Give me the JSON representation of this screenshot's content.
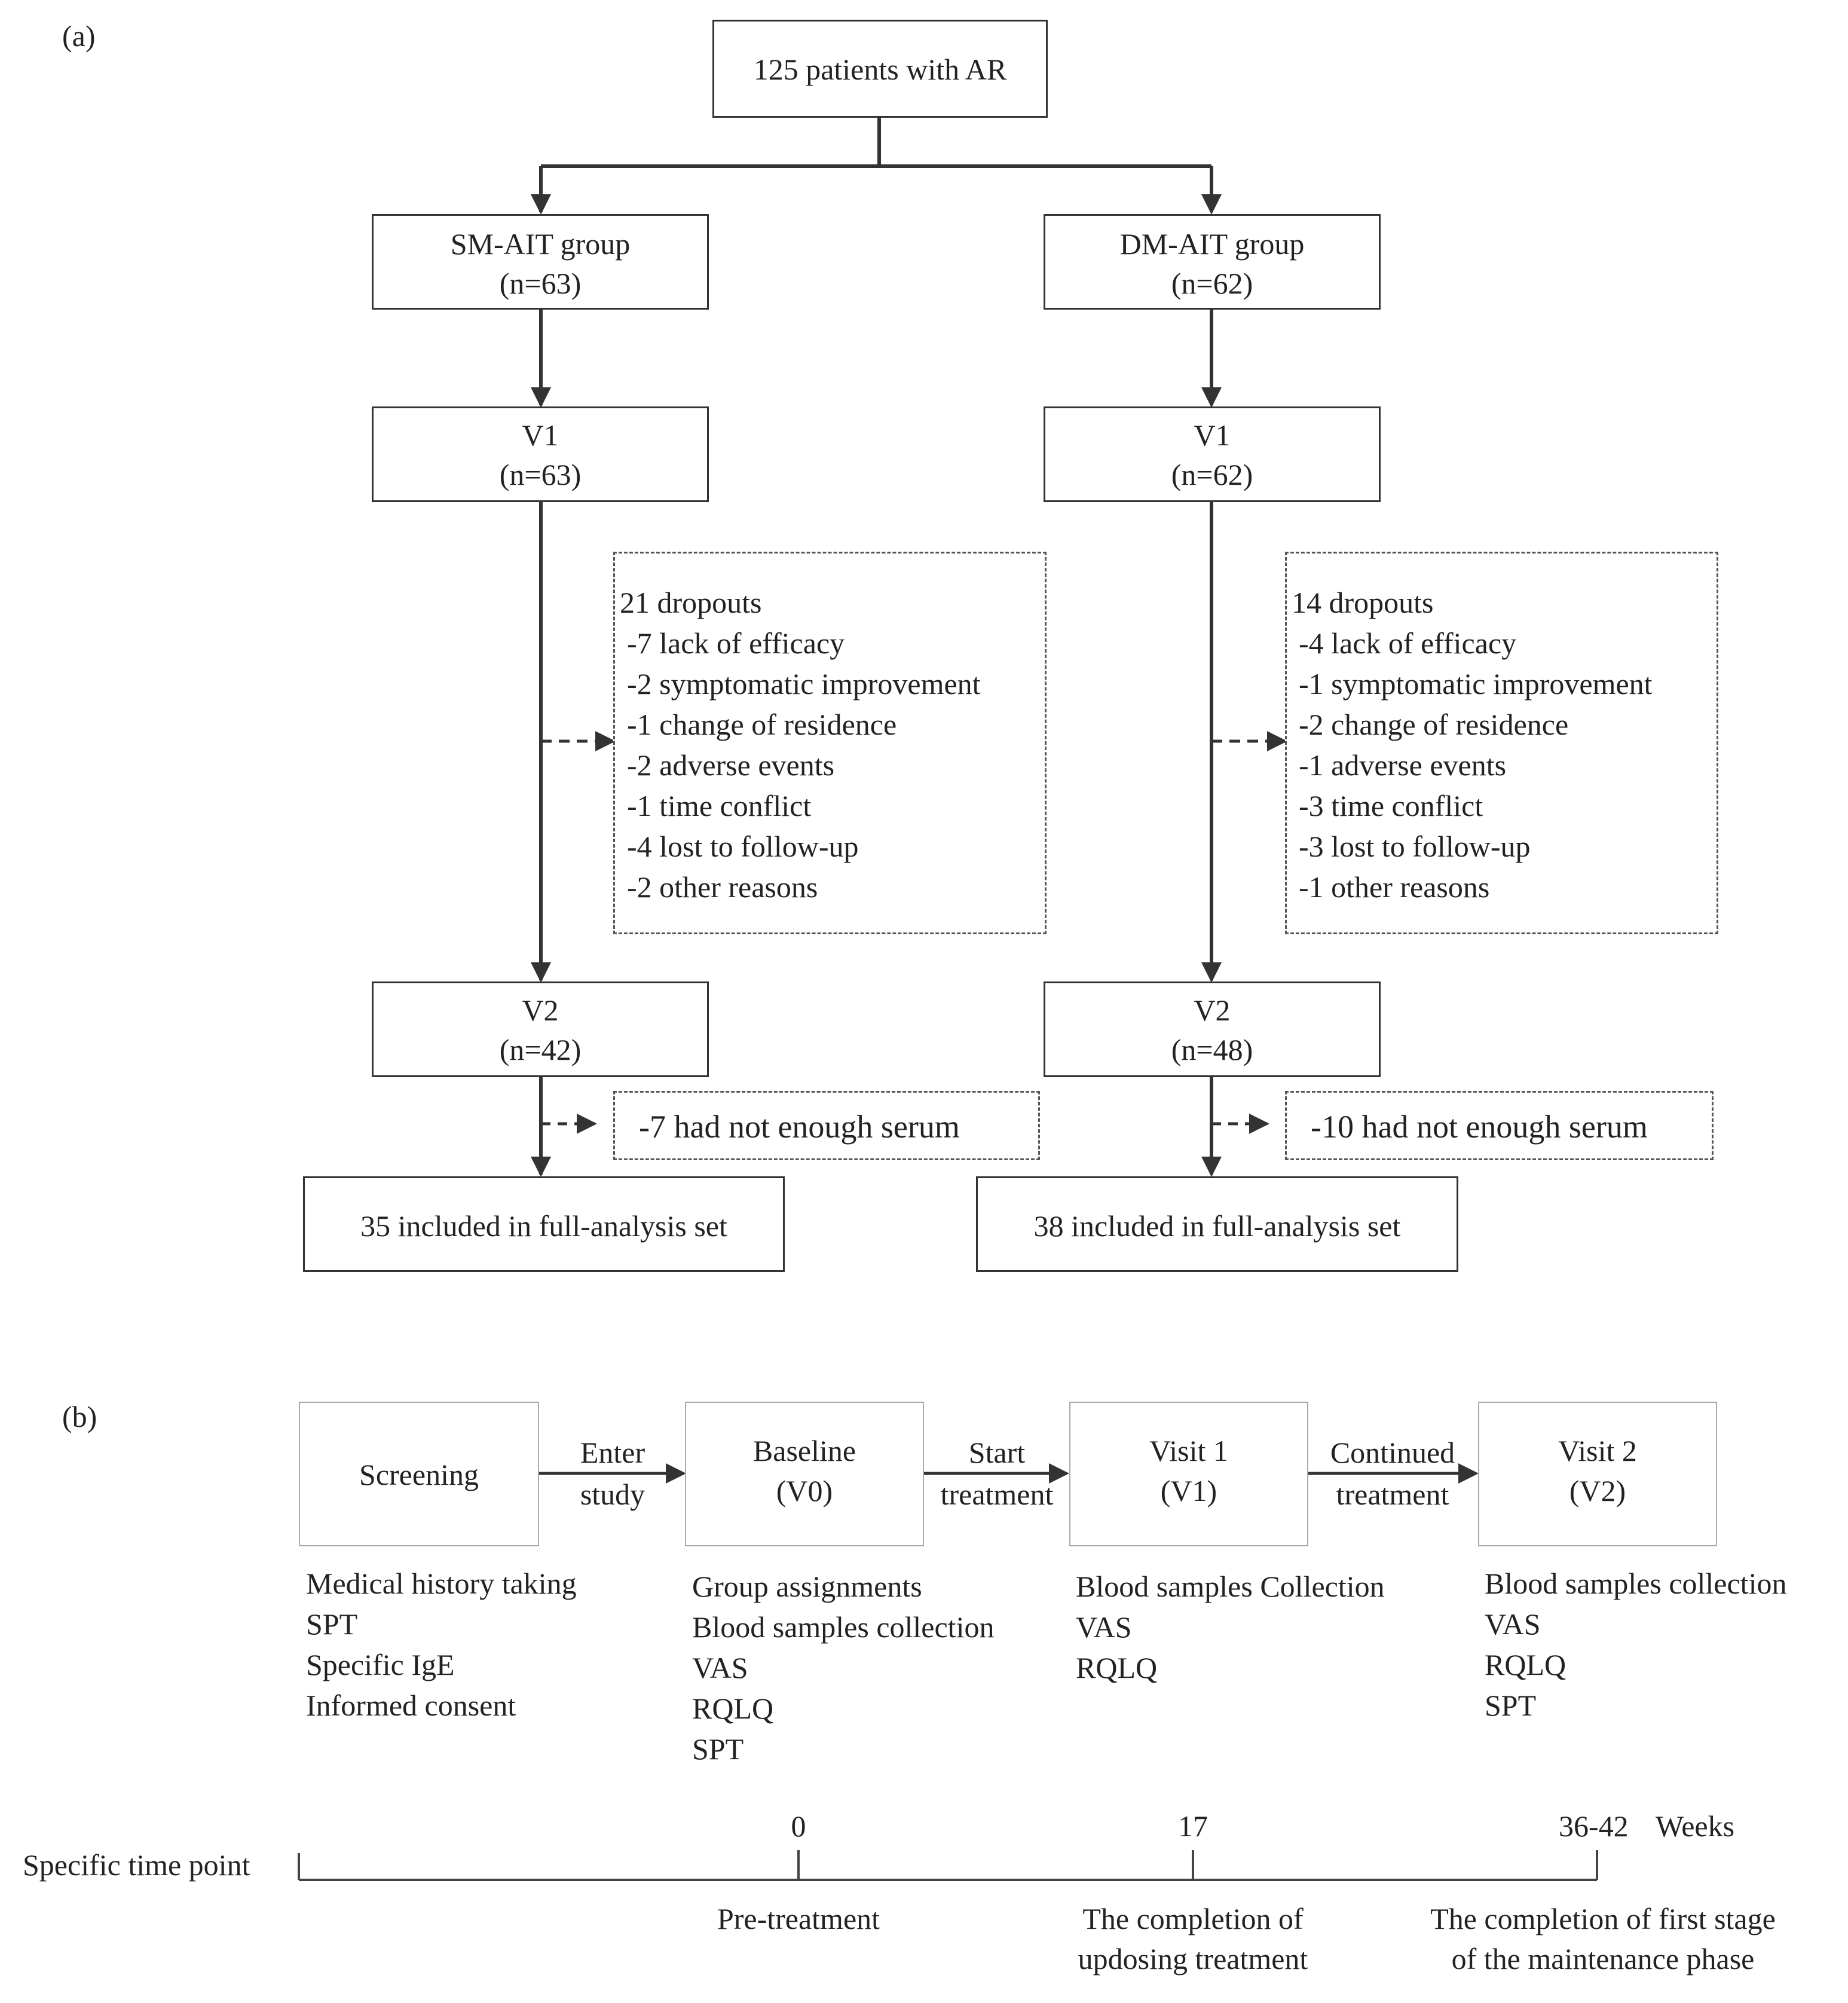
{
  "panel_a": {
    "label": "(a)",
    "top": "125 patients with AR",
    "left": {
      "group_name": "SM-AIT group",
      "group_n": "(n=63)",
      "v1_name": "V1",
      "v1_n": "(n=63)",
      "dropouts": [
        "21 dropouts",
        "-7 lack of efficacy",
        "-2 symptomatic improvement",
        "-1 change of residence",
        "-2 adverse events",
        "-1 time conflict",
        "-4 lost to follow-up",
        "-2 other reasons"
      ],
      "v2_name": "V2",
      "v2_n": "(n=42)",
      "serum": "-7 had not enough serum",
      "final": "35 included in full-analysis set"
    },
    "right": {
      "group_name": "DM-AIT group",
      "group_n": "(n=62)",
      "v1_name": "V1",
      "v1_n": "(n=62)",
      "dropouts": [
        "14 dropouts",
        "-4 lack of efficacy",
        "-1 symptomatic improvement",
        "-2 change of residence",
        "-1 adverse events",
        "-3 time conflict",
        "-3 lost to follow-up",
        "-1 other reasons"
      ],
      "v2_name": "V2",
      "v2_n": "(n=48)",
      "serum": "-10 had not enough serum",
      "final": "38 included in full-analysis set"
    }
  },
  "panel_b": {
    "label": "(b)",
    "stages": [
      {
        "title": "Screening",
        "subtitle": "",
        "items": [
          "Medical history taking",
          "SPT",
          "Specific IgE",
          "Informed consent"
        ]
      },
      {
        "title": "Baseline",
        "subtitle": "(V0)",
        "items": [
          "Group assignments",
          "Blood samples collection",
          "VAS",
          "RQLQ",
          "SPT"
        ]
      },
      {
        "title": "Visit 1",
        "subtitle": "(V1)",
        "items": [
          "Blood samples Collection",
          "VAS",
          "RQLQ"
        ]
      },
      {
        "title": "Visit 2",
        "subtitle": "(V2)",
        "items": [
          "Blood samples collection",
          "VAS",
          "RQLQ",
          "SPT"
        ]
      }
    ],
    "transitions": [
      [
        "Enter",
        "study"
      ],
      [
        "Start",
        "treatment"
      ],
      [
        "Continued",
        "treatment"
      ]
    ],
    "timeline": {
      "label": "Specific time point",
      "ticks": [
        {
          "value": "0",
          "caption": [
            "Pre-treatment"
          ]
        },
        {
          "value": "17",
          "caption": [
            "The completion of",
            "updosing treatment"
          ]
        },
        {
          "value": "36-42",
          "caption": [
            "The completion of first stage",
            "of the maintenance phase"
          ]
        }
      ],
      "unit": "Weeks"
    }
  }
}
